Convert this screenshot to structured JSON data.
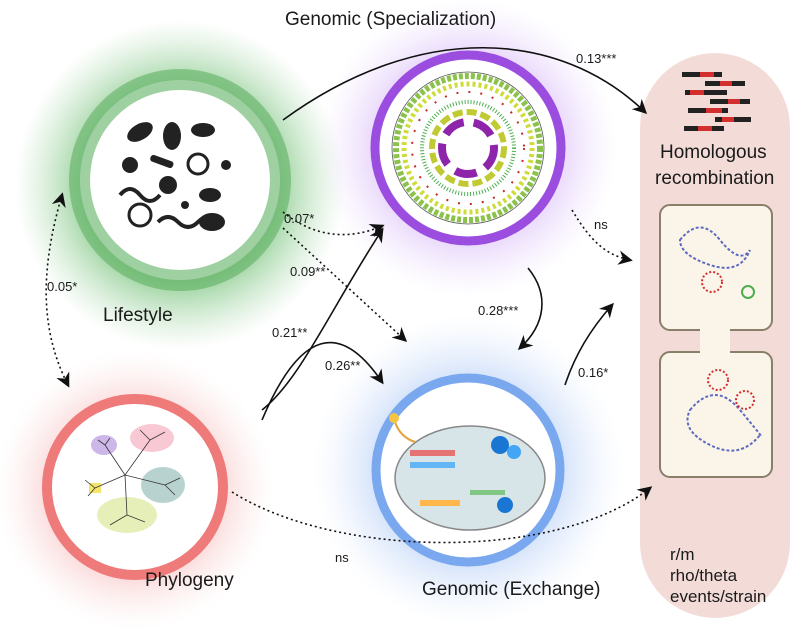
{
  "nodes": {
    "lifestyle": {
      "label": "Lifestyle",
      "color": "#4caf50"
    },
    "phylogeny": {
      "label": "Phylogeny",
      "color": "#ef6f6f"
    },
    "genomic_specialization": {
      "label": "Genomic (Specialization)",
      "color": "#9b4de0"
    },
    "genomic_exchange": {
      "label": "Genomic  (Exchange)",
      "color": "#6fa1ef"
    },
    "homologous_recombination": {
      "label_line1": "Homologous",
      "label_line2": "recombination",
      "color": "#f3dcd8"
    }
  },
  "edges": {
    "lifestyle_to_hr": "0.13***",
    "lifestyle_to_spec": "0.07*",
    "lifestyle_to_exch": "0.09**",
    "lifestyle_phylogeny": "0.05*",
    "phylogeny_to_spec": "0.21**",
    "phylogeny_to_exch": "0.26**",
    "spec_to_exch": "0.28***",
    "spec_to_hr": "ns",
    "exch_to_hr": "0.16*",
    "phylogeny_to_hr": "ns"
  },
  "metrics": [
    "r/m",
    "rho/theta",
    "events/strain"
  ]
}
